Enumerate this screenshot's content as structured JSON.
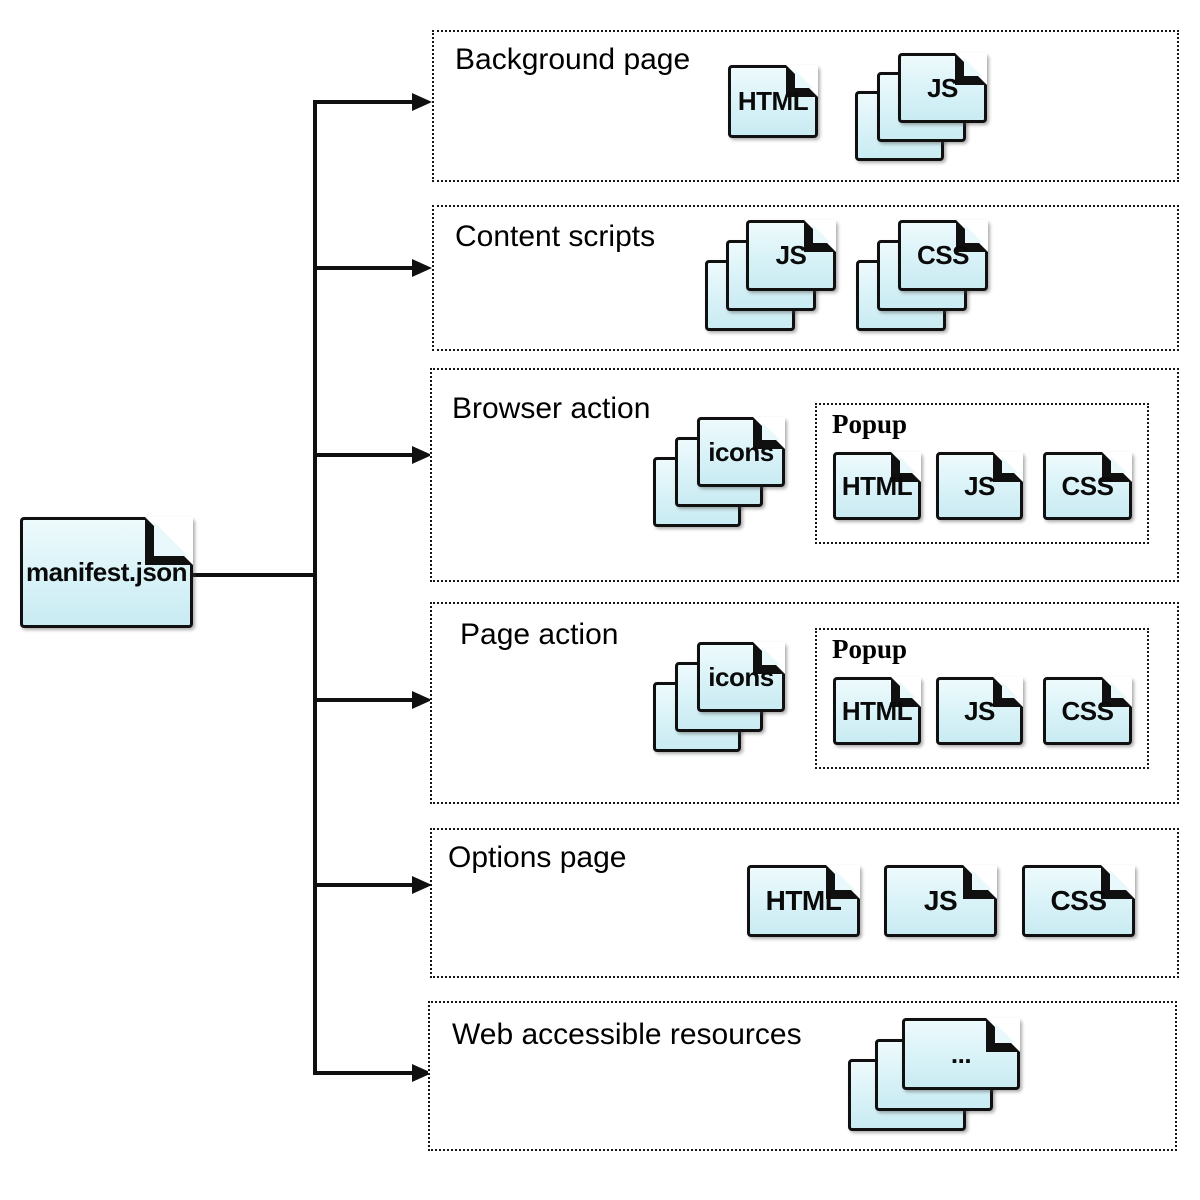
{
  "root_file": {
    "label": "manifest.json"
  },
  "sections": {
    "background": {
      "title": "Background page",
      "html_label": "HTML",
      "js_label": "JS"
    },
    "content": {
      "title": "Content scripts",
      "js_label": "JS",
      "css_label": "CSS"
    },
    "browser_action": {
      "title": "Browser action",
      "icons_label": "icons",
      "popup": {
        "title": "Popup",
        "html_label": "HTML",
        "js_label": "JS",
        "css_label": "CSS"
      }
    },
    "page_action": {
      "title": "Page action",
      "icons_label": "icons",
      "popup": {
        "title": "Popup",
        "html_label": "HTML",
        "js_label": "JS",
        "css_label": "CSS"
      }
    },
    "options": {
      "title": "Options page",
      "html_label": "HTML",
      "js_label": "JS",
      "css_label": "CSS"
    },
    "web_accessible": {
      "title": "Web accessible resources",
      "more_label": "..."
    }
  },
  "colors": {
    "document_fill": "#d9f2f8",
    "document_fill_light": "#eefafc",
    "outline": "#101010",
    "background": "#ffffff"
  }
}
